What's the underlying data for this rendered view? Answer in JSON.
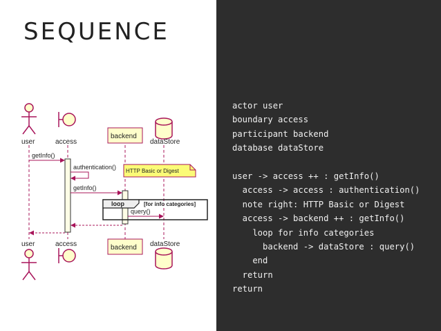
{
  "slide": {
    "title": "SEQUENCE",
    "code_lines": [
      "actor user",
      "boundary access",
      "participant backend",
      "database dataStore",
      "",
      "user -> access ++ : getInfo()",
      "  access -> access : authentication()",
      "  note right: HTTP Basic or Digest",
      "  access -> backend ++ : getInfo()",
      "    loop for info categories",
      "      backend -> dataStore : query()",
      "    end",
      "  return",
      "return"
    ]
  },
  "diagram": {
    "participants": [
      {
        "name": "user",
        "kind": "actor"
      },
      {
        "name": "access",
        "kind": "boundary"
      },
      {
        "name": "backend",
        "kind": "participant"
      },
      {
        "name": "dataStore",
        "kind": "database"
      }
    ],
    "messages": {
      "getinfo_1": "getInfo()",
      "authentication": "authentication()",
      "getinfo_2": "getInfo()",
      "query": "query()"
    },
    "note": "HTTP Basic or Digest",
    "loop": {
      "keyword": "loop",
      "condition": "[for info categories]"
    },
    "colors": {
      "lifeline_bar": "#fdfde6",
      "arrow": "#a8145a",
      "actor": "#a8145a",
      "participant_fill": "#fefecb",
      "note_fill": "#fbfb77"
    }
  }
}
